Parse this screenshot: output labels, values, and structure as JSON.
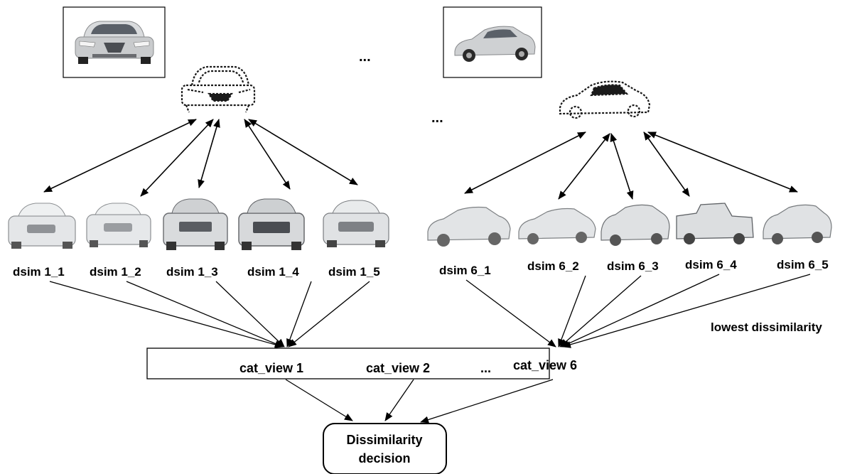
{
  "ellipsis": "...",
  "views": [
    {
      "id": "view1",
      "templates": [
        "dsim 1_1",
        "dsim 1_2",
        "dsim 1_3",
        "dsim 1_4",
        "dsim 1_5"
      ],
      "pose": "front"
    },
    {
      "id": "view6",
      "templates": [
        "dsim 6_1",
        "dsim 6_2",
        "dsim 6_3",
        "dsim 6_4",
        "dsim 6_5"
      ],
      "pose": "side"
    }
  ],
  "lowest_label": "lowest dissimilarity",
  "category_bar": {
    "items": [
      "cat_view 1",
      "cat_view 2",
      "...",
      "cat_view 6"
    ]
  },
  "decision": {
    "line1": "Dissimilarity",
    "line2": "decision"
  },
  "colors": {
    "line": "#000000",
    "car_body": "#c8cacc",
    "car_dark": "#3a3a3a",
    "sketch": "#1a1a1a",
    "template_fill": "#e4e6e8"
  }
}
